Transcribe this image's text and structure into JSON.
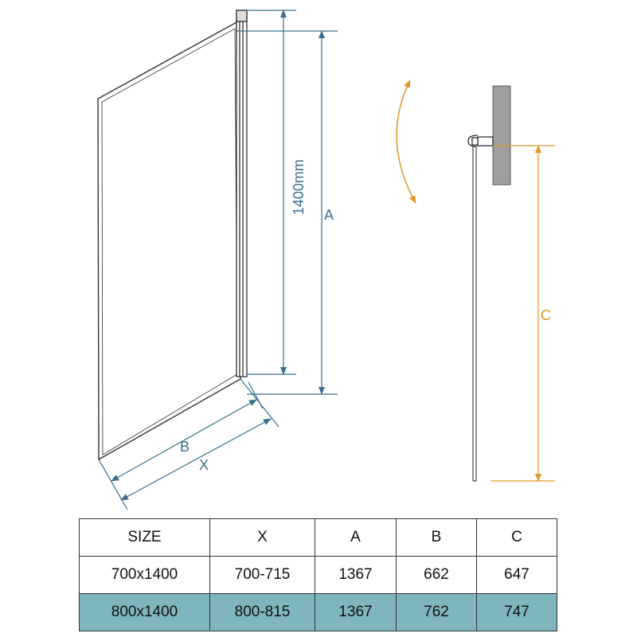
{
  "labels": {
    "height": "1400mm",
    "a": "A",
    "b": "B",
    "x": "X",
    "c": "C"
  },
  "colors": {
    "dimension_blue": "#3a6f8f",
    "dimension_orange": "#e0962a",
    "highlight_row": "#7fb6bd",
    "wall": "#9e9e9e"
  },
  "table": {
    "headers": [
      "SIZE",
      "X",
      "A",
      "B",
      "C"
    ],
    "rows": [
      [
        "700x1400",
        "700-715",
        "1367",
        "662",
        "647"
      ],
      [
        "800x1400",
        "800-815",
        "1367",
        "762",
        "747"
      ]
    ]
  }
}
